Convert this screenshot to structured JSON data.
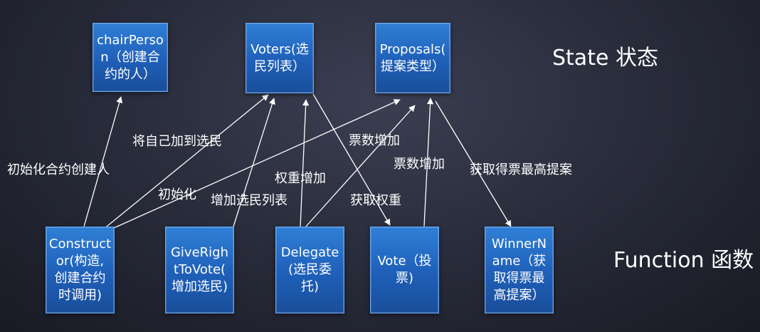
{
  "state_nodes": {
    "chair": "chairPerso\nn（创建合\n约的人）",
    "voters": "Voters(选\n民列表）",
    "proposals": "Proposals(\n提案类型）"
  },
  "function_nodes": {
    "constructor": "Construct\nor(构造,\n创建合约\n时调用)",
    "give_right": "GiveRigh\ntToVote(\n增加选民)",
    "delegate": "Delegate\n(选民委\n托)",
    "vote": "Vote（投\n票)",
    "winner": "WinnerN\name（获\n取得票最\n高提案）"
  },
  "section_labels": {
    "state": "State  状态",
    "function": "Function 函数"
  },
  "edge_labels": {
    "init_chair": "初始化合约创建人",
    "add_self": "将自己加到选民",
    "init": "初始化",
    "add_voters": "增加选民列表",
    "weight_up": "权重增加",
    "get_weight": "获取权重",
    "votes_up_1": "票数增加",
    "votes_up_2": "票数增加",
    "get_top": "获取得票最高提案"
  }
}
